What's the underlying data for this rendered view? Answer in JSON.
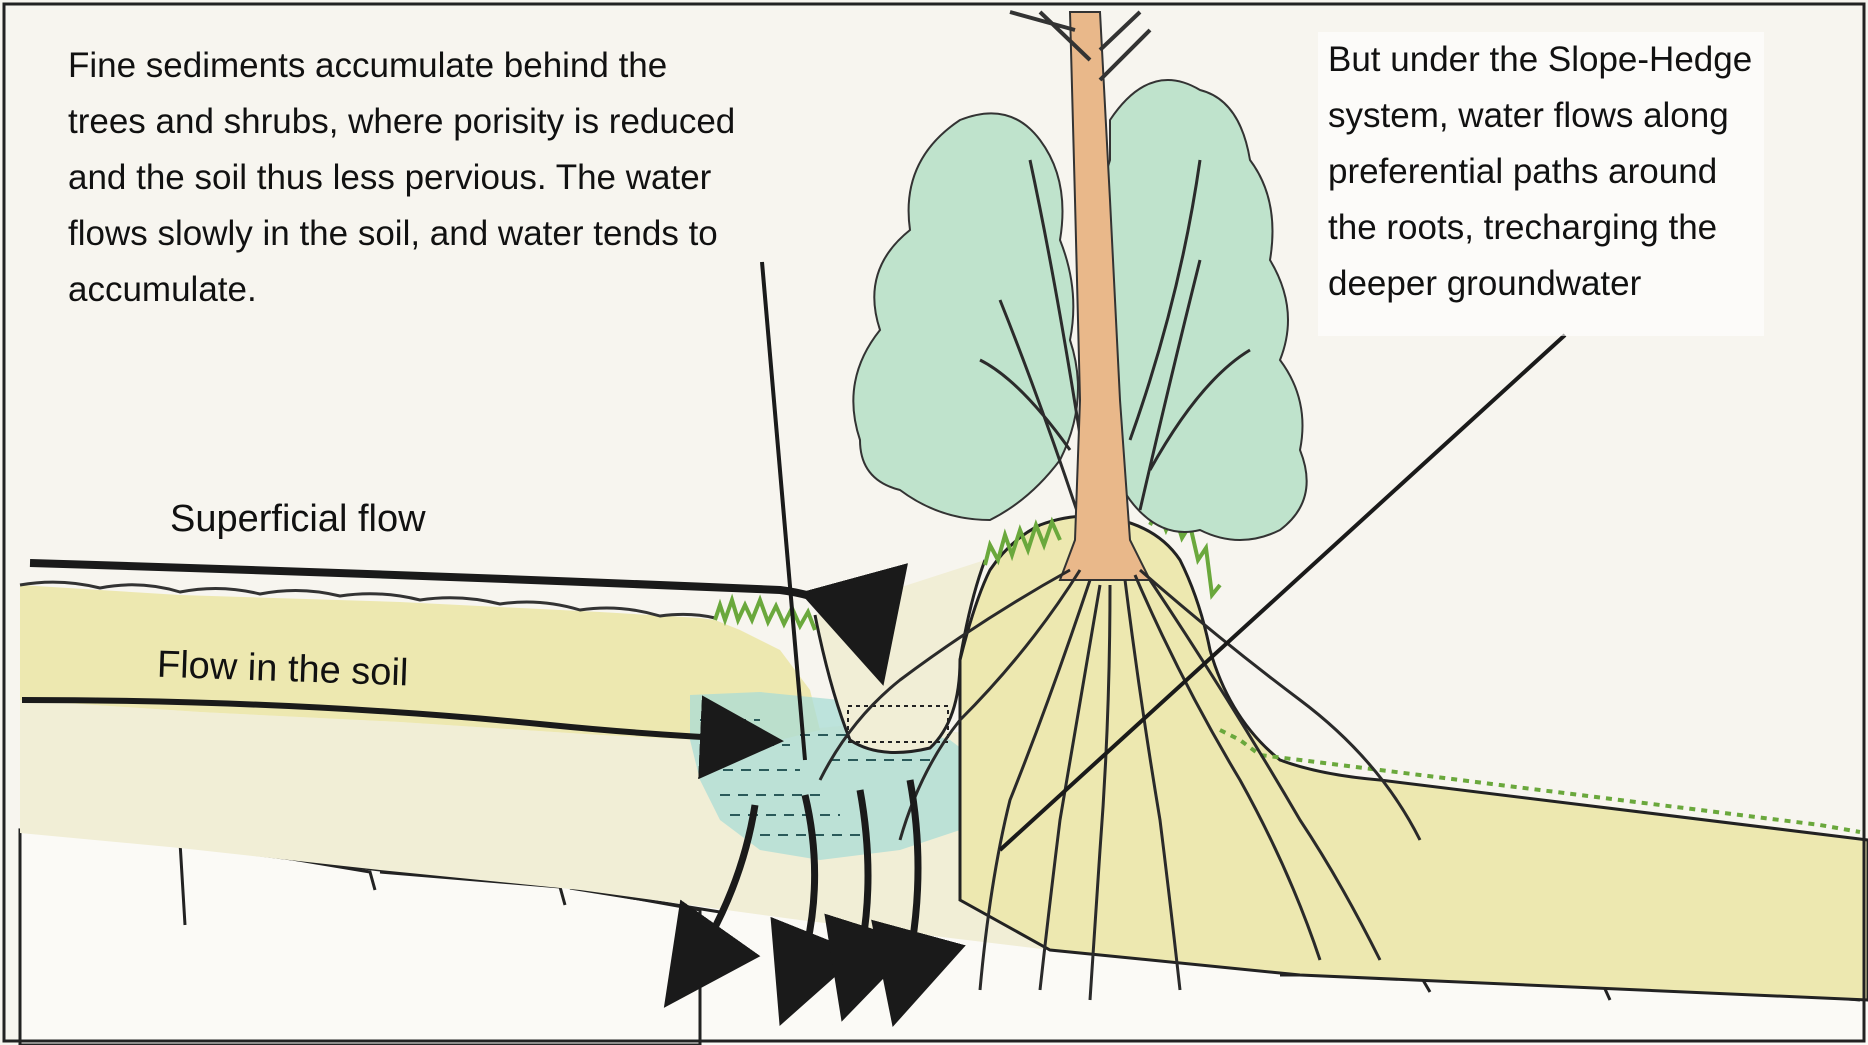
{
  "notes": {
    "left": {
      "lines": [
        "Fine sediments accumulate behind the",
        "trees and shrubs, where porisity is reduced",
        "and the soil thus less pervious. The water",
        "flows slowly in the soil, and water tends to",
        "accumulate."
      ]
    },
    "right": {
      "lines": [
        "But under the Slope-Hedge",
        "system, water flows along",
        "preferential paths around",
        "the roots, trecharging the",
        "deeper groundwater"
      ]
    }
  },
  "labels": {
    "superficial_flow": "Superficial flow",
    "flow_in_soil": "Flow in the soil"
  },
  "colors": {
    "background": "#f7f5ef",
    "topsoil": "#ede8b0",
    "subsoil": "#f1eed6",
    "bedrock": "#fbfaf6",
    "water": "#a9dcd6",
    "grass": "#6aa83c",
    "foliage": "#bfe3cc",
    "trunk": "#e9b88a",
    "ink": "#1a1a1a"
  }
}
